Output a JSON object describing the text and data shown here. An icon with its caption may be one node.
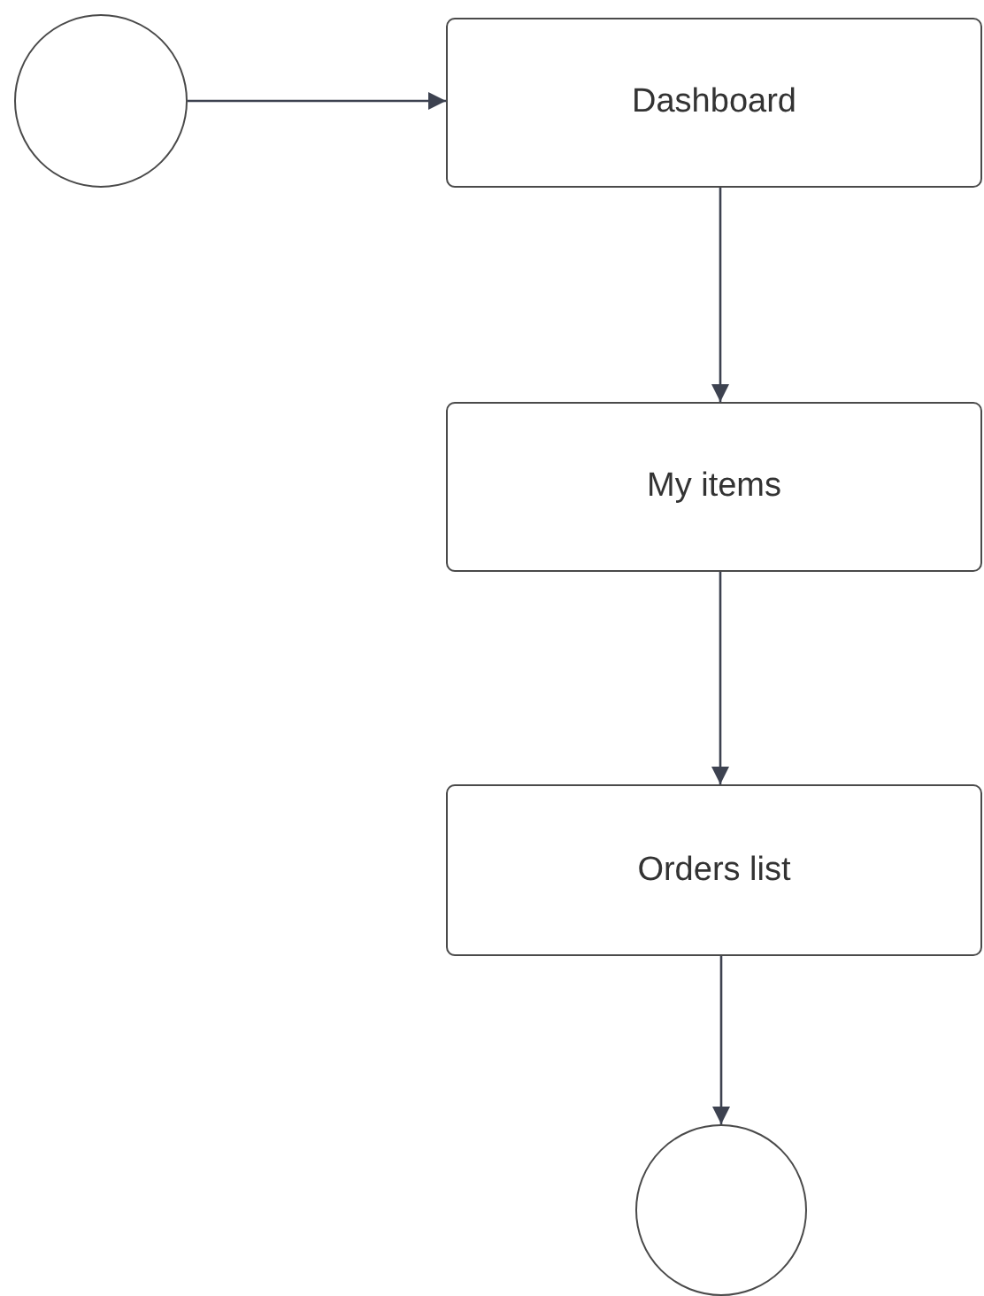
{
  "diagram": {
    "nodes": [
      {
        "text": [],
        "shape": "circle"
      },
      {
        "text": [
          "Dashboard"
        ]
      },
      {
        "text": [
          "My items"
        ]
      },
      {
        "text": [
          "Orders list"
        ]
      },
      {
        "text": [],
        "shape": "circle"
      }
    ],
    "edges": [
      {
        "from": 0,
        "to": 1,
        "arrow": "to"
      },
      {
        "from": 1,
        "to": 2,
        "arrow": "to"
      },
      {
        "from": 2,
        "to": 3,
        "arrow": "to"
      },
      {
        "from": 3,
        "to": 4,
        "arrow": "to"
      }
    ]
  }
}
